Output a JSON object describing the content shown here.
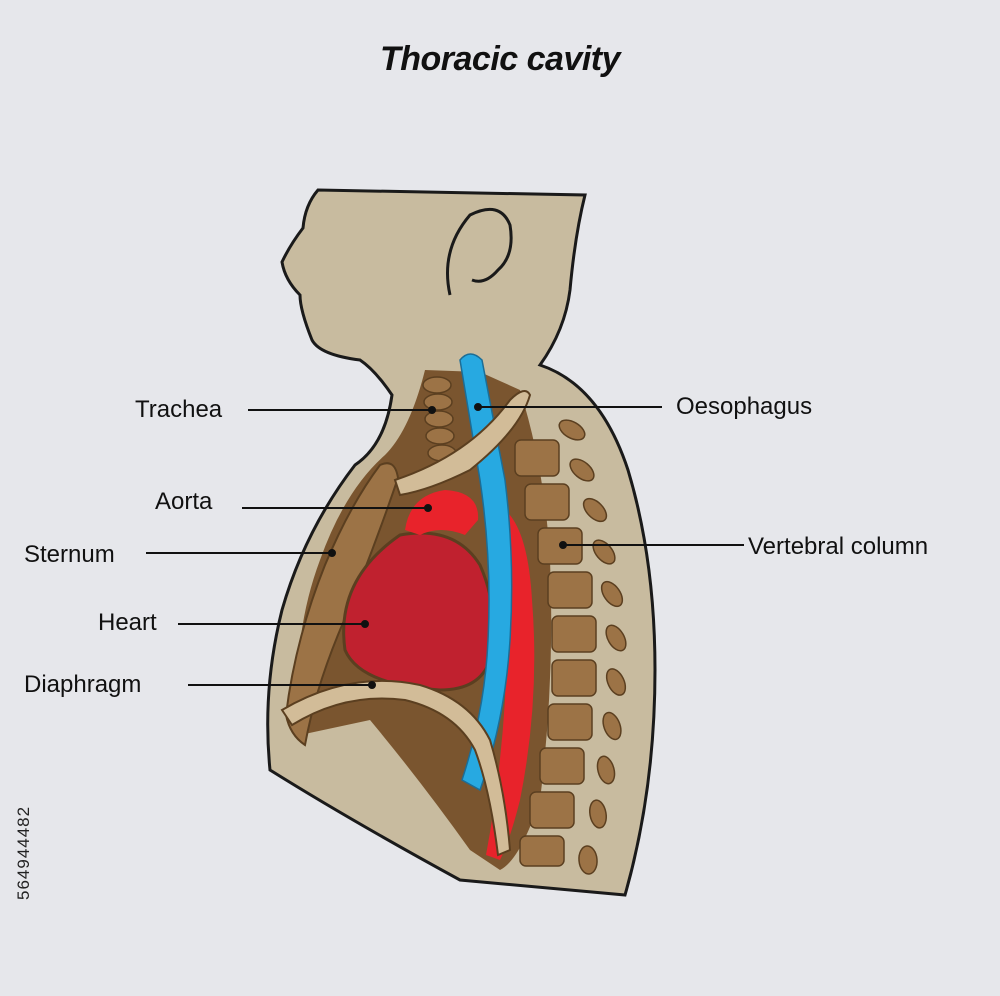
{
  "title": "Thoracic cavity",
  "labels": {
    "trachea": "Trachea",
    "oesophagus": "Oesophagus",
    "aorta": "Aorta",
    "vertebral_column": "Vertebral column",
    "sternum": "Sternum",
    "heart": "Heart",
    "diaphragm": "Diaphragm"
  },
  "stock_id": "564944482",
  "colors": {
    "background": "#e6e7eb",
    "skin": "#c8bb9f",
    "cavity": "#7a552f",
    "bone": "#9c7346",
    "heart": "#c0212f",
    "aorta": "#e8232b",
    "oesophagus": "#27a9e1",
    "diaphragm": "#d2bc98"
  }
}
